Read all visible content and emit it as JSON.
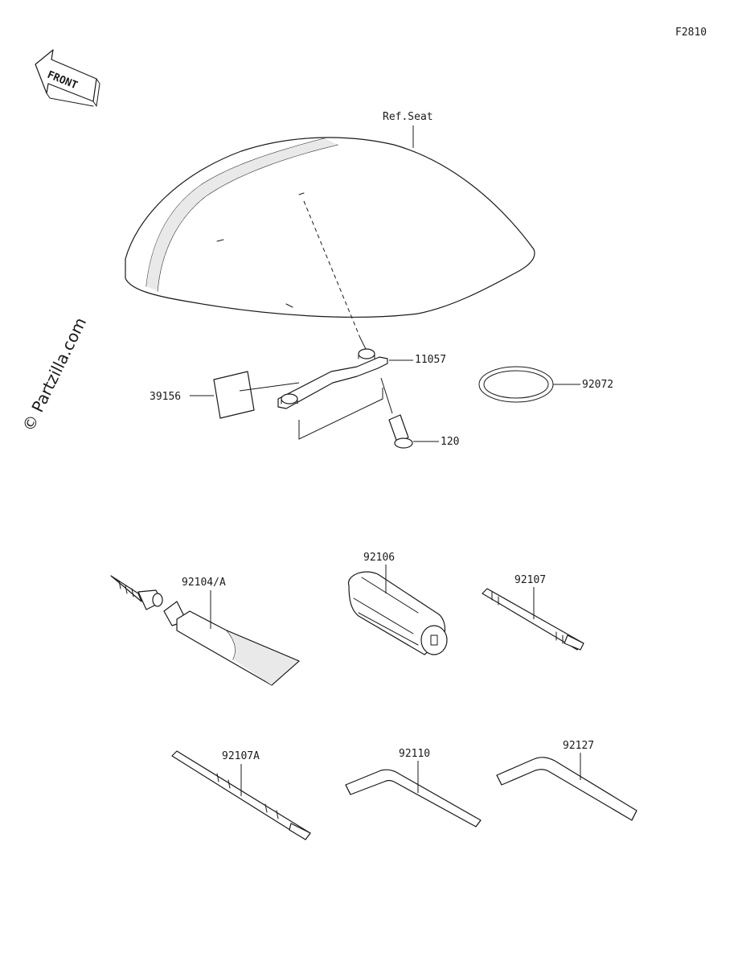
{
  "diagram": {
    "code": "F2810",
    "front_label": "FRONT",
    "watermark": "© Partzilla.com",
    "callouts": {
      "ref_seat": "Ref.Seat",
      "p11057": "11057",
      "p39156": "39156",
      "p92072": "92072",
      "p120": "120",
      "p92104a": "92104/A",
      "p92106": "92106",
      "p92107": "92107",
      "p92107a": "92107A",
      "p92110": "92110",
      "p92127": "92127"
    }
  }
}
